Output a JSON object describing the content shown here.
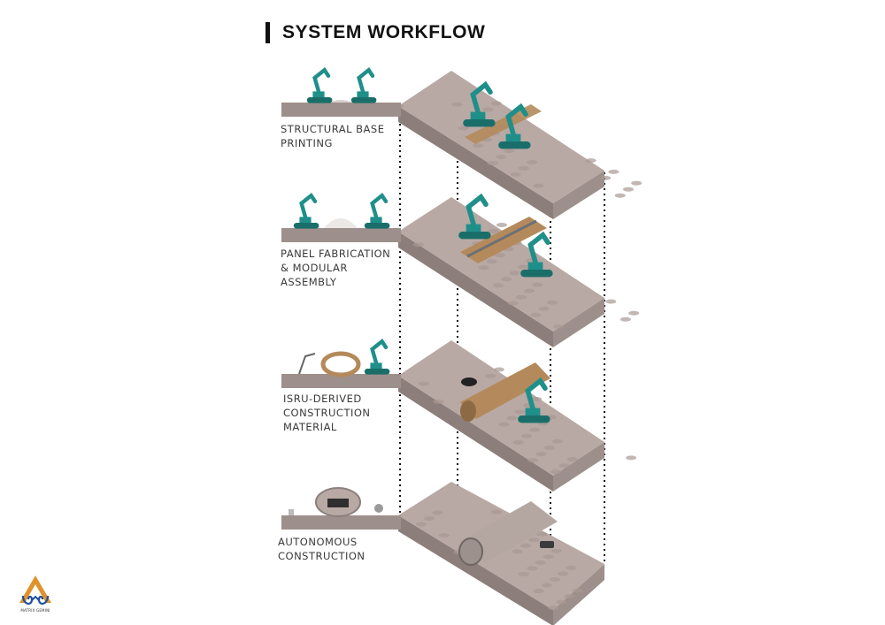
{
  "title": "SYSTEM WORKFLOW",
  "steps": [
    {
      "label_lines": [
        "STRUCTURAL BASE",
        "PRINTING"
      ]
    },
    {
      "label_lines": [
        "PANEL FABRICATION",
        "& MODULAR",
        "ASSEMBLY"
      ]
    },
    {
      "label_lines": [
        "ISRU-DERIVED",
        "CONSTRUCTION",
        "MATERIAL"
      ]
    },
    {
      "label_lines": [
        "AUTONOMOUS",
        "CONSTRUCTION"
      ]
    }
  ],
  "logo": {
    "text": "MATRIX GEMINI"
  },
  "colors": {
    "regolith_top": "#b8a9a4",
    "regolith_side": "#9d8f8b",
    "regolith_front": "#8c7f7b",
    "robot_teal": "#1f8f8a",
    "tube_tan": "#b48a5c",
    "logo_orange": "#e0922a",
    "logo_blue": "#1f4f9e"
  }
}
